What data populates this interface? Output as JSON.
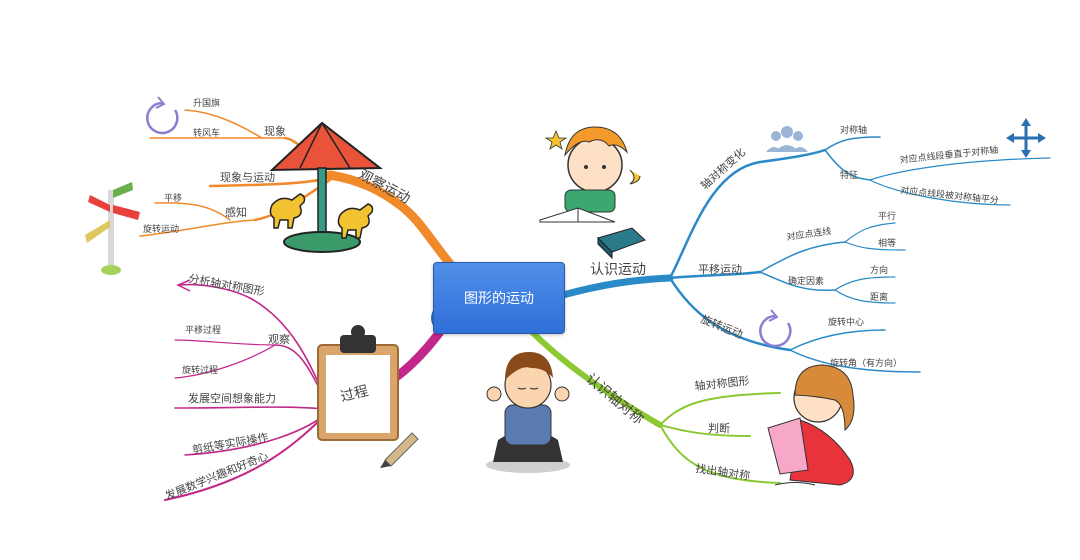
{
  "center": {
    "label": "图形的运动"
  },
  "branches": {
    "observe": {
      "label": "观察运动",
      "color": "#f08a2a",
      "phenomenon": {
        "label": "现象",
        "children": [
          "升国旗",
          "转风车"
        ]
      },
      "phenomenon_motion": {
        "label": "现象与运动"
      },
      "perception": {
        "label": "感知",
        "children": [
          "平移",
          "旋转运动"
        ]
      }
    },
    "process": {
      "label": "过程",
      "color": "#c2288a",
      "analyze": {
        "label": "分析轴对称图形"
      },
      "observe": {
        "label": "观察",
        "children": [
          "平移过程",
          "旋转过程"
        ]
      },
      "spatial": {
        "label": "发展空间想象能力"
      },
      "paper": {
        "label": "剪纸等实际操作"
      },
      "interest": {
        "label": "发展数学兴趣和好奇心"
      }
    },
    "recognize_motion": {
      "label": "认识运动",
      "color": "#2a8ac8",
      "axis_change": {
        "label": "轴对称变化",
        "axis": "对称轴",
        "feature": {
          "label": "特征",
          "children": [
            "对应点线段垂直于对称轴",
            "对应点线段被对称轴平分"
          ]
        }
      },
      "translation": {
        "label": "平移运动",
        "lines": {
          "label": "对应点连线",
          "children": [
            "平行",
            "相等"
          ]
        },
        "factors": {
          "label": "确定因素",
          "children": [
            "方向",
            "距离"
          ]
        }
      },
      "rotation": {
        "label": "旋转运动",
        "children": [
          "旋转中心",
          "旋转角（有方向）"
        ]
      }
    },
    "recognize_axis": {
      "label": "认识轴对称",
      "color": "#8cc832",
      "children": [
        "轴对称图形",
        "判断",
        "找出轴对称"
      ]
    }
  },
  "icons": [
    "rotate-icon",
    "signpost-icon",
    "carousel-icon",
    "clipboard-icon",
    "target-icon",
    "boy-reading-icon",
    "books-icon",
    "users-icon",
    "move-arrows-icon",
    "rotate-icon-2",
    "thinking-boy-icon",
    "girl-reading-icon",
    "pencil-icon"
  ]
}
